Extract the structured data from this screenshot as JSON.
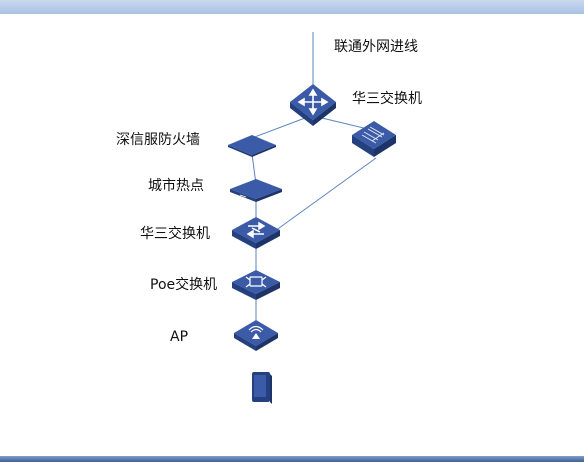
{
  "colors": {
    "device_top": "#3b5ba8",
    "device_front": "#25407e",
    "device_side": "#1d3468",
    "link": "#5b84c0",
    "icon_white": "#ffffff"
  },
  "nodes": {
    "internet": {
      "label": "联通外网进线"
    },
    "core_switch": {
      "label": "华三交换机",
      "icon": "core-switch-icon"
    },
    "firewall": {
      "label": "深信服防火墙",
      "icon": "firewall-icon"
    },
    "side_switch": {
      "label": "",
      "icon": "switch-icon"
    },
    "hotspot": {
      "label": "城市热点",
      "icon": "hotspot-icon"
    },
    "access_switch": {
      "label": "华三交换机",
      "icon": "switch-icon"
    },
    "poe_switch": {
      "label": "Poe交换机",
      "icon": "poe-switch-icon"
    },
    "ap": {
      "label": "AP",
      "icon": "wifi-ap-icon"
    },
    "terminal": {
      "label": "",
      "icon": "tablet-icon"
    }
  }
}
